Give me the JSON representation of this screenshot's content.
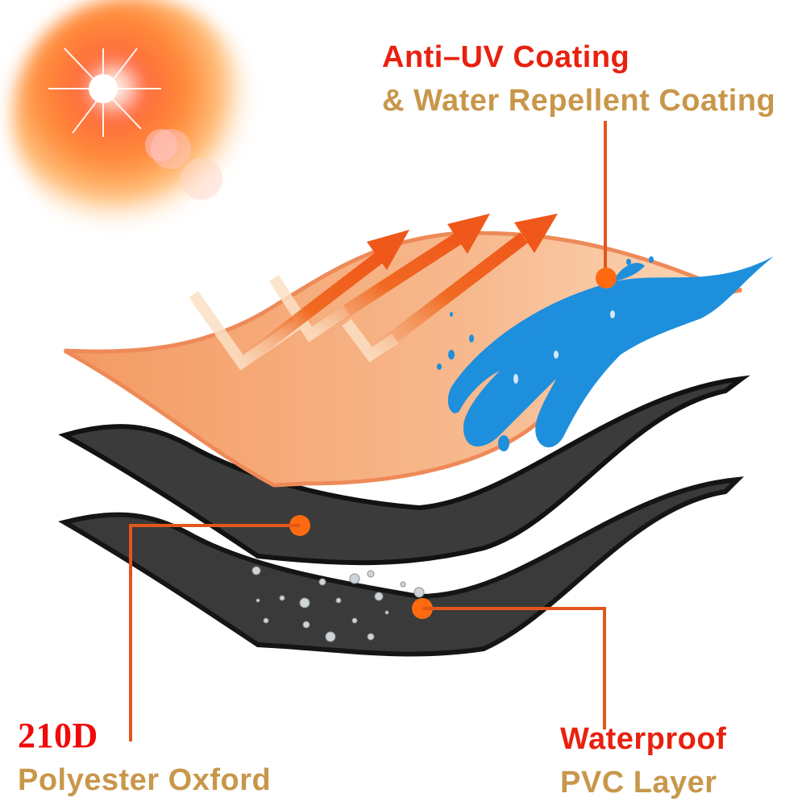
{
  "colors": {
    "title_red": "#e8210f",
    "subtitle_tan": "#c8974a",
    "code_red": "#f00a0a",
    "leader_orange": "#e2561a",
    "dot_orange": "#ff6a10",
    "top_layer_peach": "#f6b487",
    "top_layer_edge": "#ee8a58",
    "fabric_dark": "#3b3b3b",
    "fabric_edge": "#1a1a1a",
    "water_blue": "#1e8fdc",
    "arrow_orange": "#f06a22"
  },
  "callouts": {
    "top": {
      "title": "Anti–UV Coating",
      "subtitle": "& Water Repellent Coating"
    },
    "left": {
      "code": "210D",
      "subtitle": "Polyester Oxford"
    },
    "right": {
      "title": "Waterproof",
      "subtitle": "PVC Layer"
    }
  },
  "icons": {
    "sun": "sun-glare-icon",
    "arrows": "heat-reflection-arrows-icon",
    "water": "water-splash-icon",
    "droplets": "water-droplets-icon"
  }
}
